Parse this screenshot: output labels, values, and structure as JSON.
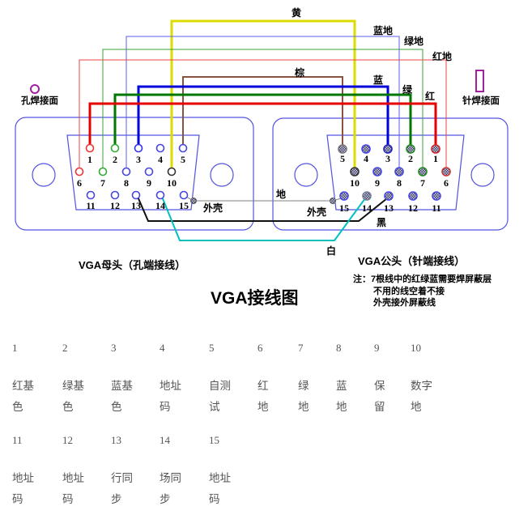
{
  "title": "VGA接线图",
  "captions": {
    "left_connector": "VGA母头（孔端接线）",
    "right_connector": "VGA公头（针端接线）"
  },
  "notes": {
    "prefix": "注：",
    "line1": "7根线中的红绿蓝需要焊屏蔽层",
    "line2": "不用的线空着不接",
    "line3": "外壳接外屏蔽线"
  },
  "solder_faces": {
    "left": {
      "label": "孔焊接面"
    },
    "right": {
      "label": "针焊接面"
    }
  },
  "colors": {
    "connector_outline": "#5353e0",
    "solder_face_icon": "#a020a0",
    "table_text": "#555555"
  },
  "connectors": {
    "left": {
      "shell_label": "外壳",
      "rows": [
        [
          "1",
          "2",
          "3",
          "4",
          "5"
        ],
        [
          "6",
          "7",
          "8",
          "9",
          "10"
        ],
        [
          "11",
          "12",
          "13",
          "14",
          "15"
        ]
      ]
    },
    "right": {
      "shell_label": "外壳",
      "rows": [
        [
          "5",
          "4",
          "3",
          "2",
          "1"
        ],
        [
          "10",
          "9",
          "8",
          "7",
          "6"
        ],
        [
          "15",
          "14",
          "13",
          "12",
          "11"
        ]
      ]
    }
  },
  "wires": [
    {
      "name": "yellow",
      "label": "黄",
      "color": "#dcdc00",
      "width": 3,
      "left_pin": "10",
      "right_pin": "10"
    },
    {
      "name": "blue-ground",
      "label": "蓝地",
      "color": "#5c5cee",
      "width": 1,
      "left_pin": "8",
      "right_pin": "8"
    },
    {
      "name": "green-ground",
      "label": "绿地",
      "color": "#3aa03a",
      "width": 1,
      "left_pin": "7",
      "right_pin": "7"
    },
    {
      "name": "red-ground",
      "label": "红地",
      "color": "#ee4444",
      "width": 1,
      "left_pin": "6",
      "right_pin": "6"
    },
    {
      "name": "brown",
      "label": "棕",
      "color": "#8a5240",
      "width": 2,
      "left_pin": "5",
      "right_pin": "5"
    },
    {
      "name": "blue",
      "label": "蓝",
      "color": "#0000dd",
      "width": 3,
      "left_pin": "3",
      "right_pin": "3"
    },
    {
      "name": "green",
      "label": "绿",
      "color": "#007700",
      "width": 3,
      "left_pin": "2",
      "right_pin": "2"
    },
    {
      "name": "red",
      "label": "红",
      "color": "#e60000",
      "width": 3,
      "left_pin": "1",
      "right_pin": "1"
    },
    {
      "name": "ground",
      "label": "地",
      "color": "#808080",
      "width": 1,
      "left_pin": "15",
      "right_pin": "15"
    },
    {
      "name": "black",
      "label": "黑",
      "color": "#101010",
      "width": 2,
      "left_pin": "13",
      "right_pin": "13"
    },
    {
      "name": "white",
      "label": "白",
      "color": "#00c0c0",
      "width": 2,
      "left_pin": "14",
      "right_pin": "14"
    }
  ],
  "pin_table": {
    "rows": [
      {
        "pins": [
          {
            "num": "1",
            "lines": [
              "红基",
              "色"
            ]
          },
          {
            "num": "2",
            "lines": [
              "绿基",
              "色"
            ]
          },
          {
            "num": "3",
            "lines": [
              "蓝基",
              "色"
            ]
          },
          {
            "num": "4",
            "lines": [
              "地址",
              "码"
            ]
          },
          {
            "num": "5",
            "lines": [
              "自测",
              "试"
            ]
          },
          {
            "num": "6",
            "lines": [
              "红",
              "地"
            ]
          },
          {
            "num": "7",
            "lines": [
              "绿",
              "地"
            ]
          },
          {
            "num": "8",
            "lines": [
              "蓝",
              "地"
            ]
          },
          {
            "num": "9",
            "lines": [
              "保",
              "留"
            ]
          },
          {
            "num": "10",
            "lines": [
              "数字",
              "地"
            ]
          }
        ]
      },
      {
        "pins": [
          {
            "num": "11",
            "lines": [
              "地址",
              "码"
            ]
          },
          {
            "num": "12",
            "lines": [
              "地址",
              "码"
            ]
          },
          {
            "num": "13",
            "lines": [
              "行同",
              "步"
            ]
          },
          {
            "num": "14",
            "lines": [
              "场同",
              "步"
            ]
          },
          {
            "num": "15",
            "lines": [
              "地址",
              "码"
            ]
          }
        ]
      }
    ]
  }
}
